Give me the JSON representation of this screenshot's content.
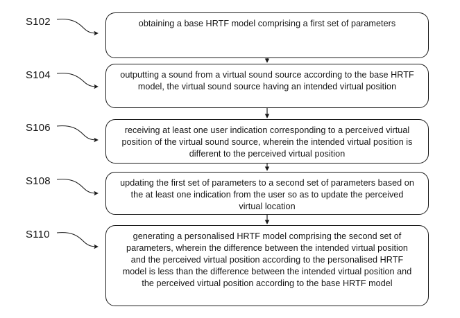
{
  "diagram": {
    "type": "flowchart",
    "orientation": "vertical",
    "background_color": "#ffffff",
    "line_color": "#1a1a1a",
    "text_color": "#151515",
    "steps": [
      {
        "id": "S102",
        "label": "S102",
        "text": "obtaining a base HRTF model comprising a first set of parameters"
      },
      {
        "id": "S104",
        "label": "S104",
        "text": "outputting a sound from a virtual sound source according to the base HRTF model, the virtual sound source having an intended virtual position"
      },
      {
        "id": "S106",
        "label": "S106",
        "text": "receiving at least one user indication corresponding to a perceived virtual position of the virtual sound source, wherein the intended virtual position is different to the perceived virtual position"
      },
      {
        "id": "S108",
        "label": "S108",
        "text": "updating the first set of parameters to a second set of parameters based on the at least one indication from the user so as to update the perceived virtual location"
      },
      {
        "id": "S110",
        "label": "S110",
        "text": "generating a personalised HRTF model comprising the second set of parameters, wherein the difference between the intended virtual position and the perceived virtual position according to the personalised HRTF model is less than the difference between the intended virtual position and the perceived virtual position according to the base HRTF model"
      }
    ],
    "connectors": [
      {
        "from": "S102",
        "to": "S104",
        "style": "arrow-down"
      },
      {
        "from": "S104",
        "to": "S106",
        "style": "arrow-down"
      },
      {
        "from": "S106",
        "to": "S108",
        "style": "arrow-down"
      },
      {
        "from": "S108",
        "to": "S110",
        "style": "arrow-down"
      }
    ],
    "leader_lines": [
      {
        "label": "S102",
        "style": "curved-arrow-right"
      },
      {
        "label": "S104",
        "style": "curved-arrow-right"
      },
      {
        "label": "S106",
        "style": "curved-arrow-right"
      },
      {
        "label": "S108",
        "style": "curved-arrow-right"
      },
      {
        "label": "S110",
        "style": "curved-arrow-right"
      }
    ]
  }
}
